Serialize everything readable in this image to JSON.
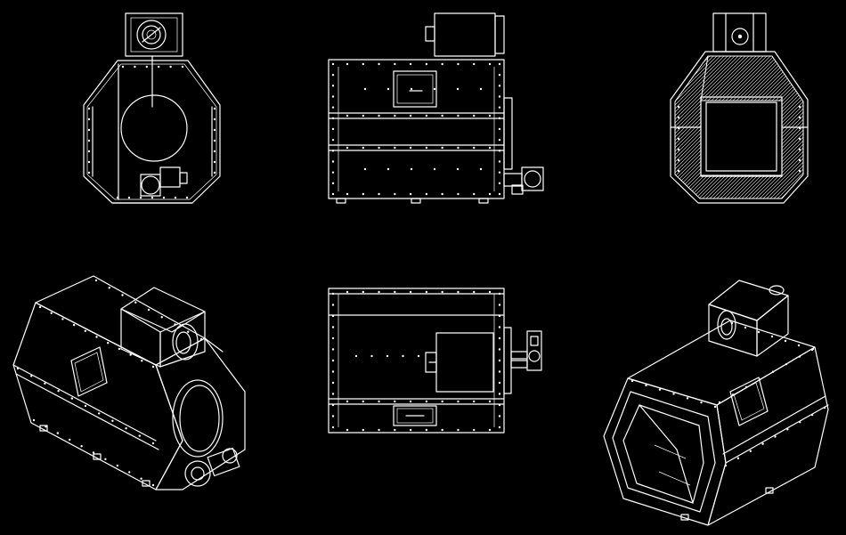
{
  "drawing": {
    "background": "#000000",
    "line_color": "#ffffff",
    "views": [
      {
        "id": "front",
        "kind": "orthographic-front"
      },
      {
        "id": "side-left",
        "kind": "orthographic-side"
      },
      {
        "id": "rear",
        "kind": "orthographic-rear"
      },
      {
        "id": "iso-left",
        "kind": "isometric"
      },
      {
        "id": "side-right",
        "kind": "orthographic-side"
      },
      {
        "id": "iso-right",
        "kind": "isometric"
      }
    ]
  }
}
